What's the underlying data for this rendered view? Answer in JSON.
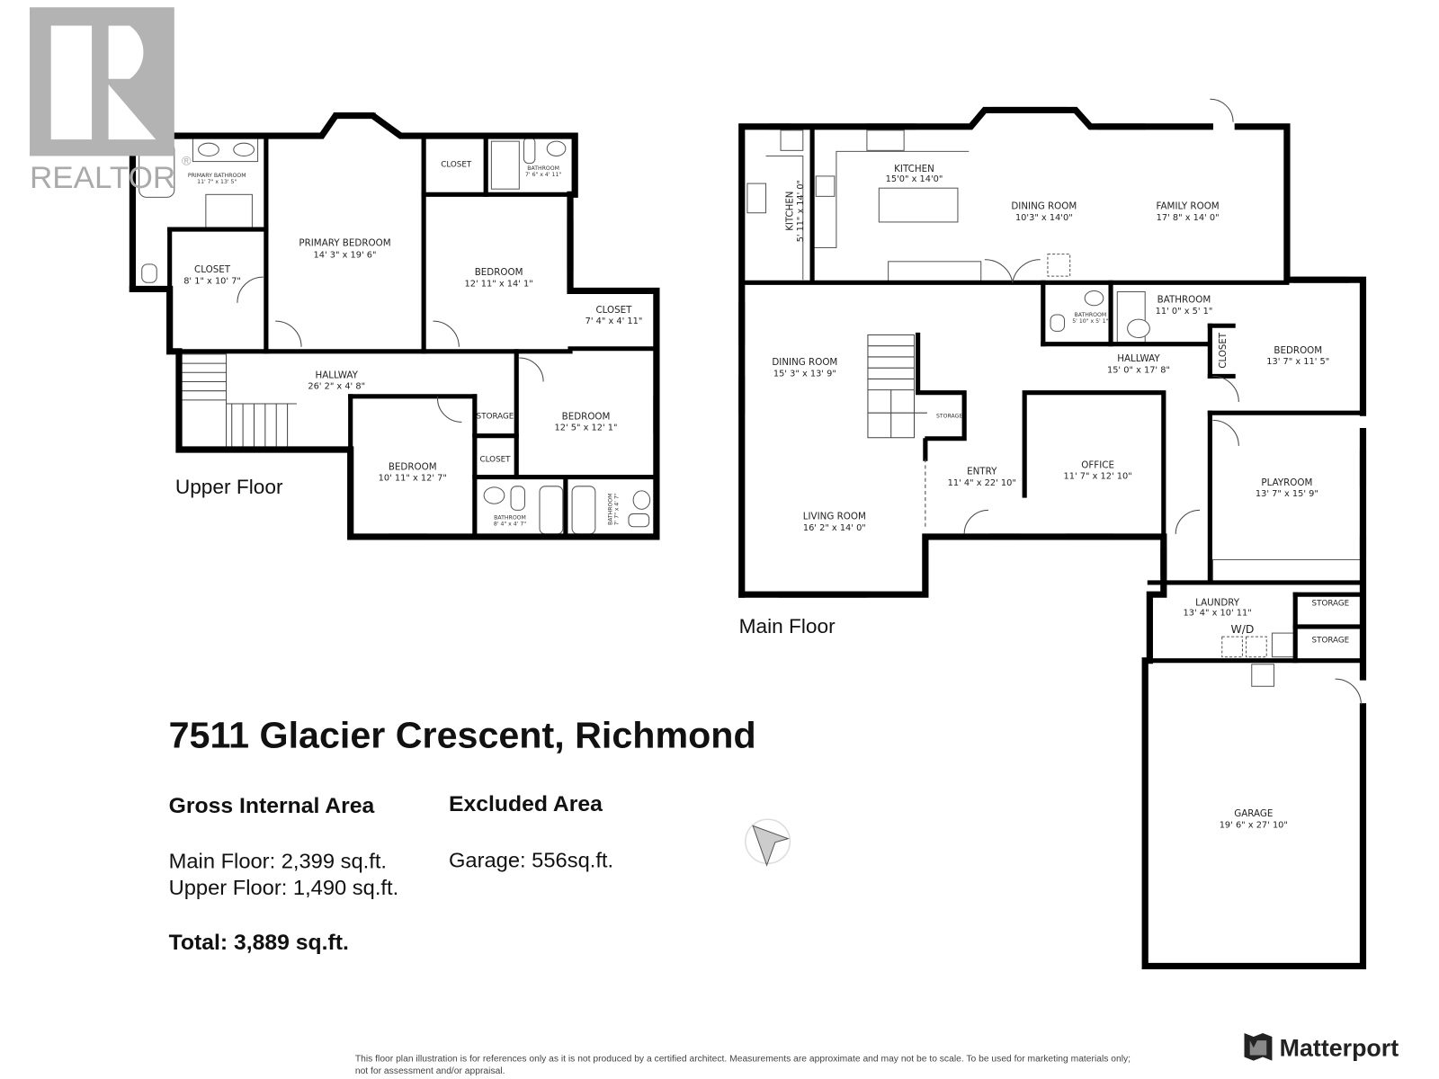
{
  "logo": {
    "realtor_text": "REALTOR",
    "realtor_mark": "®",
    "matterport": "Matterport"
  },
  "upper_floor": {
    "label": "Upper Floor",
    "rooms": [
      {
        "name": "PRIMARY BATHROOM",
        "dims": "11' 7\" x 13' 5\""
      },
      {
        "name": "PRIMARY BEDROOM",
        "dims": "14' 3\" x 19' 6\""
      },
      {
        "name": "CLOSET",
        "dims": "8' 1\" x 10' 7\""
      },
      {
        "name": "CLOSET",
        "dims": ""
      },
      {
        "name": "BATHROOM",
        "dims": "7' 6\" x 4' 11\""
      },
      {
        "name": "BEDROOM",
        "dims": "12' 11\" x 14' 1\""
      },
      {
        "name": "CLOSET",
        "dims": "7' 4\" x 4' 11\""
      },
      {
        "name": "HALLWAY",
        "dims": "26' 2\" x 4' 8\""
      },
      {
        "name": "STORAGE",
        "dims": ""
      },
      {
        "name": "BEDROOM",
        "dims": "12' 5\" x 12' 1\""
      },
      {
        "name": "CLOSET",
        "dims": ""
      },
      {
        "name": "BEDROOM",
        "dims": "10' 11\" x 12' 7\""
      },
      {
        "name": "BATHROOM",
        "dims": "8' 4\" x 4' 7\""
      },
      {
        "name": "BATHROOM",
        "dims": "7' 7\" x 4' 7\""
      }
    ]
  },
  "main_floor": {
    "label": "Main Floor",
    "rooms": [
      {
        "name": "KITCHEN",
        "dims": "5' 11\" x 14' 0\""
      },
      {
        "name": "KITCHEN",
        "dims": "15'0\" x 14'0\""
      },
      {
        "name": "DINING ROOM",
        "dims": "10'3\" x 14'0\""
      },
      {
        "name": "FAMILY ROOM",
        "dims": "17' 8\" x 14' 0\""
      },
      {
        "name": "BATHROOM",
        "dims": "5' 10\" x 5' 1\""
      },
      {
        "name": "BATHROOM",
        "dims": "11' 0\" x 5' 1\""
      },
      {
        "name": "CLOSET",
        "dims": ""
      },
      {
        "name": "BEDROOM",
        "dims": "13' 7\" x 11' 5\""
      },
      {
        "name": "HALLWAY",
        "dims": "15' 0\" x 17' 8\""
      },
      {
        "name": "DINING ROOM",
        "dims": "15' 3\" x 13' 9\""
      },
      {
        "name": "STORAGE",
        "dims": ""
      },
      {
        "name": "ENTRY",
        "dims": "11' 4\" x 22' 10\""
      },
      {
        "name": "OFFICE",
        "dims": "11' 7\" x 12' 10\""
      },
      {
        "name": "PLAYROOM",
        "dims": "13' 7\" x 15' 9\""
      },
      {
        "name": "LIVING ROOM",
        "dims": "16' 2\" x 14' 0\""
      },
      {
        "name": "LAUNDRY",
        "dims": "13' 4\" x 10' 11\""
      },
      {
        "name": "W/D",
        "dims": ""
      },
      {
        "name": "STORAGE",
        "dims": ""
      },
      {
        "name": "STORAGE",
        "dims": ""
      },
      {
        "name": "GARAGE",
        "dims": "19' 6\" x 27' 10\""
      }
    ]
  },
  "summary": {
    "address": "7511 Glacier Crescent, Richmond",
    "gross_heading": "Gross Internal Area",
    "main_floor_area": "Main Floor: 2,399 sq.ft.",
    "upper_floor_area": "Upper Floor: 1,490 sq.ft.",
    "total": "Total: 3,889 sq.ft.",
    "excluded_heading": "Excluded Area",
    "garage_area": "Garage: 556sq.ft."
  },
  "disclaimer": {
    "line1": "This floor plan illustration is for references only as it is not produced by a certified architect. Measurements are approximate and may not be to scale. To be used for marketing materials only;",
    "line2": "not for assessment and/or appraisal."
  }
}
